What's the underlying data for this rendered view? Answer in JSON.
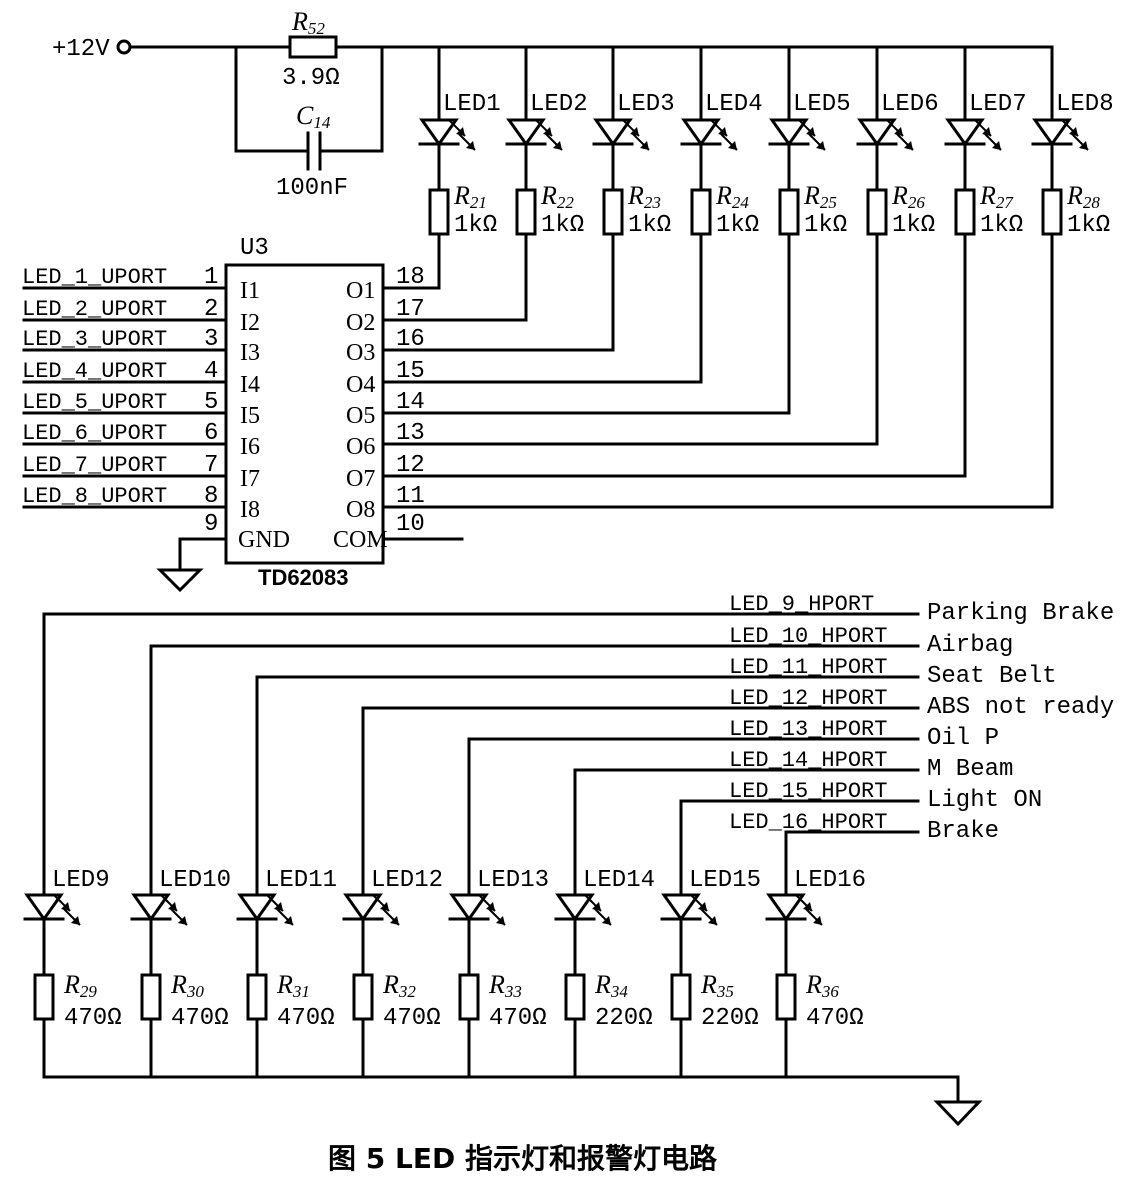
{
  "supply": {
    "label": "+12V"
  },
  "r52": {
    "name": "R",
    "sub": "52",
    "value": "3.9Ω"
  },
  "c14": {
    "name": "C",
    "sub": "14",
    "value": "100nF"
  },
  "chip": {
    "ref": "U3",
    "part": "TD62083",
    "inputs": [
      "I1",
      "I2",
      "I3",
      "I4",
      "I5",
      "I6",
      "I7",
      "I8"
    ],
    "outputs": [
      "O1",
      "O2",
      "O3",
      "O4",
      "O5",
      "O6",
      "O7",
      "O8"
    ],
    "in_pins": [
      "1",
      "2",
      "3",
      "4",
      "5",
      "6",
      "7",
      "8"
    ],
    "out_pins": [
      "18",
      "17",
      "16",
      "15",
      "14",
      "13",
      "12",
      "11"
    ],
    "gnd_label": "GND",
    "gnd_pin": "9",
    "com_label": "COM",
    "com_pin": "10"
  },
  "uports": [
    "LED_1_UPORT",
    "LED_2_UPORT",
    "LED_3_UPORT",
    "LED_4_UPORT",
    "LED_5_UPORT",
    "LED_6_UPORT",
    "LED_7_UPORT",
    "LED_8_UPORT"
  ],
  "top_leds": [
    {
      "led": "LED1",
      "r": "R",
      "sub": "21",
      "val": "1kΩ"
    },
    {
      "led": "LED2",
      "r": "R",
      "sub": "22",
      "val": "1kΩ"
    },
    {
      "led": "LED3",
      "r": "R",
      "sub": "23",
      "val": "1kΩ"
    },
    {
      "led": "LED4",
      "r": "R",
      "sub": "24",
      "val": "1kΩ"
    },
    {
      "led": "LED5",
      "r": "R",
      "sub": "25",
      "val": "1kΩ"
    },
    {
      "led": "LED6",
      "r": "R",
      "sub": "26",
      "val": "1kΩ"
    },
    {
      "led": "LED7",
      "r": "R",
      "sub": "27",
      "val": "1kΩ"
    },
    {
      "led": "LED8",
      "r": "R",
      "sub": "28",
      "val": "1kΩ"
    }
  ],
  "hports": [
    {
      "port": "LED_9_HPORT",
      "signal": "Parking Brake"
    },
    {
      "port": "LED_10_HPORT",
      "signal": "Airbag"
    },
    {
      "port": "LED_11_HPORT",
      "signal": "Seat Belt"
    },
    {
      "port": "LED_12_HPORT",
      "signal": "ABS not ready"
    },
    {
      "port": "LED_13_HPORT",
      "signal": "Oil P"
    },
    {
      "port": "LED_14_HPORT",
      "signal": "M Beam"
    },
    {
      "port": "LED_15_HPORT",
      "signal": "Light ON"
    },
    {
      "port": "LED_16_HPORT",
      "signal": "Brake"
    }
  ],
  "bottom_leds": [
    {
      "led": "LED9",
      "r": "R",
      "sub": "29",
      "val": "470Ω"
    },
    {
      "led": "LED10",
      "r": "R",
      "sub": "30",
      "val": "470Ω"
    },
    {
      "led": "LED11",
      "r": "R",
      "sub": "31",
      "val": "470Ω"
    },
    {
      "led": "LED12",
      "r": "R",
      "sub": "32",
      "val": "470Ω"
    },
    {
      "led": "LED13",
      "r": "R",
      "sub": "33",
      "val": "470Ω"
    },
    {
      "led": "LED14",
      "r": "R",
      "sub": "34",
      "val": "220Ω"
    },
    {
      "led": "LED15",
      "r": "R",
      "sub": "35",
      "val": "220Ω"
    },
    {
      "led": "LED16",
      "r": "R",
      "sub": "36",
      "val": "470Ω"
    }
  ],
  "caption": "图 5  LED 指示灯和报警灯电路"
}
